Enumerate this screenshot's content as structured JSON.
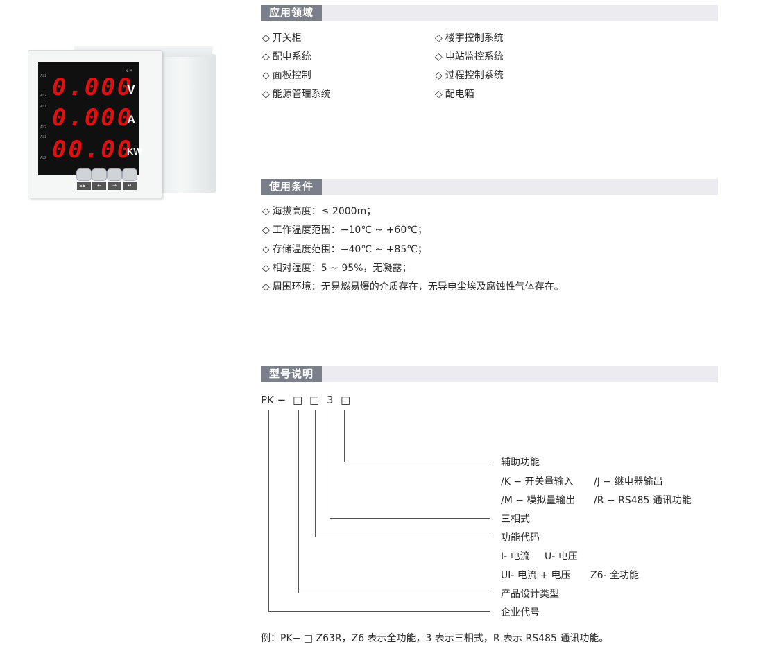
{
  "device": {
    "rows": [
      {
        "value": "0.000",
        "unit": "V"
      },
      {
        "value": "0.000",
        "unit": "A"
      },
      {
        "value": "00.00",
        "unit": "KW"
      }
    ],
    "scale_label": "k M",
    "al_labels": [
      "AL1",
      "AL2"
    ],
    "keys": [
      "SET",
      "←",
      "→",
      "↵"
    ]
  },
  "applications": {
    "title": "应用领域",
    "diamond": "◇",
    "left": [
      "开关柜",
      "配电系统",
      "面板控制",
      "能源管理系统"
    ],
    "right": [
      "楼宇控制系统",
      "电站监控系统",
      "过程控制系统",
      "配电箱"
    ]
  },
  "conditions": {
    "title": "使用条件",
    "items": [
      "海拔高度：≤ 2000m；",
      "工作温度范围：−10℃ ~ +60℃；",
      "存储温度范围：−40℃ ~ +85℃；",
      "相对湿度：5 ~ 95%，无凝露；",
      "周围环境：无易燃易爆的介质存在，无导电尘埃及腐蚀性气体存在。"
    ]
  },
  "model": {
    "title": "型号说明",
    "code_prefix": "PK −",
    "box": "□",
    "fixed_digit": "3",
    "labels": {
      "aux": "辅助功能",
      "aux_k": "/K − 开关量输入",
      "aux_j": "/J − 继电器输出",
      "aux_m": "/M − 模拟量输出",
      "aux_r": "/R − RS485 通讯功能",
      "three_phase": "三相式",
      "func_code": "功能代码",
      "func_i": "I- 电流",
      "func_u": "U- 电压",
      "func_ui": "UI- 电流 + 电压",
      "func_z6": "Z6- 全功能",
      "design": "产品设计类型",
      "company": "企业代号"
    },
    "example": "例：PK− □ Z63R，Z6 表示全功能，3 表示三相式，R 表示 RS485 通讯功能。"
  }
}
